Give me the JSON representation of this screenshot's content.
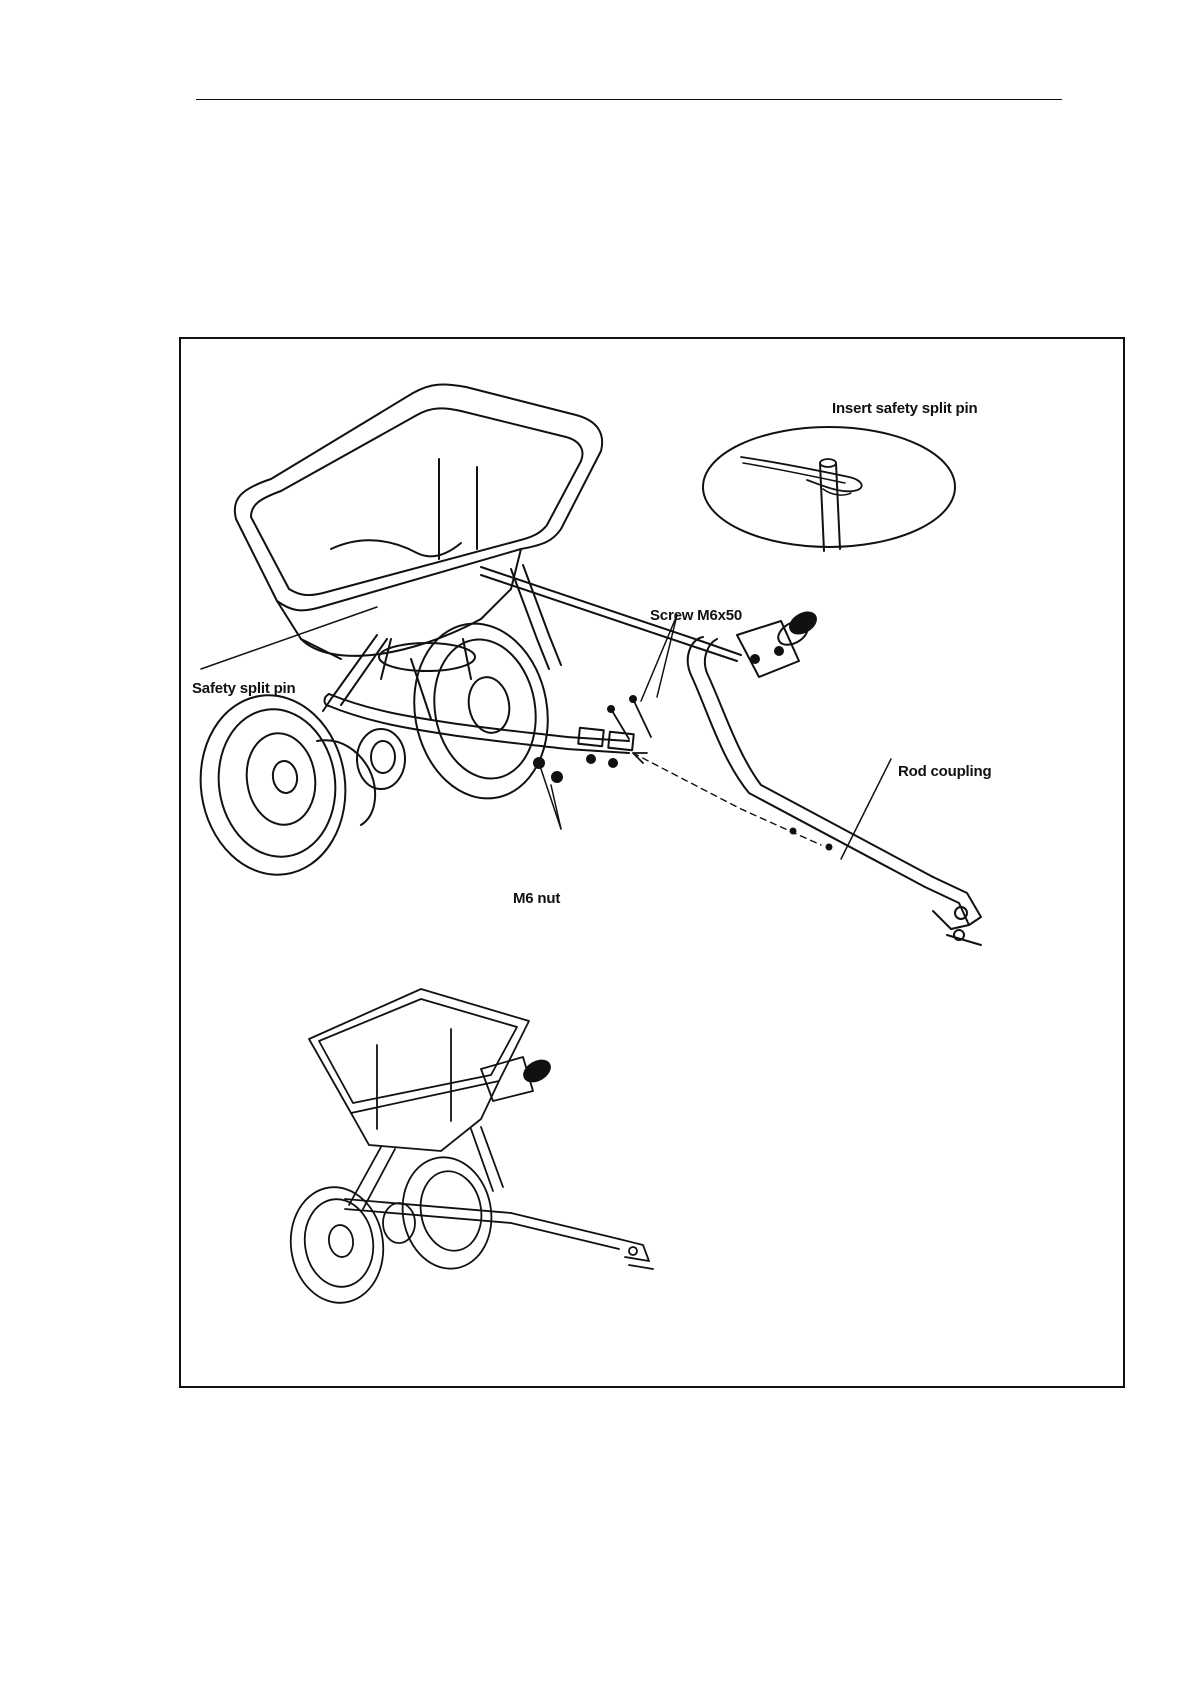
{
  "labels": {
    "insert_safety_split_pin": "Insert safety split pin",
    "screw": "Screw M6x50",
    "safety_split_pin": "Safety split pin",
    "rod_coupling": "Rod coupling",
    "m6_nut": "M6 nut"
  },
  "colors": {
    "ink": "#111111",
    "paper": "#ffffff"
  },
  "icons": {
    "exploded_view": "spreader-exploded-icon",
    "detail_view": "split-pin-detail-icon",
    "assembled_view": "spreader-assembled-icon"
  }
}
